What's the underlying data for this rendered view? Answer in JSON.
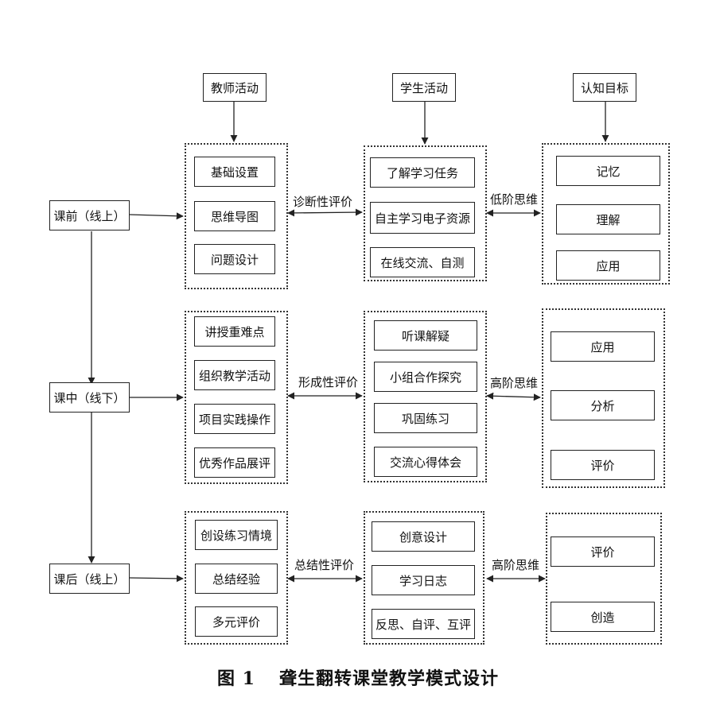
{
  "headers": {
    "teacher": "教师活动",
    "student": "学生活动",
    "cognitive": "认知目标"
  },
  "stages": {
    "pre": "课前（线上）",
    "in": "课中（线下）",
    "post": "课后（线上）"
  },
  "teacher": {
    "pre": [
      "基础设置",
      "思维导图",
      "问题设计"
    ],
    "in": [
      "讲授重难点",
      "组织教学活动",
      "项目实践操作",
      "优秀作品展评"
    ],
    "post": [
      "创设练习情境",
      "总结经验",
      "多元评价"
    ]
  },
  "evaluation": {
    "pre": "诊断性评价",
    "in": "形成性评价",
    "post": "总结性评价"
  },
  "student": {
    "pre": [
      "了解学习任务",
      "自主学习电子资源",
      "在线交流、自测"
    ],
    "in": [
      "听课解疑",
      "小组合作探究",
      "巩固练习",
      "交流心得体会"
    ],
    "post": [
      "创意设计",
      "学习日志",
      "反思、自评、互评"
    ]
  },
  "thinking": {
    "pre": "低阶思维",
    "in": "高阶思维",
    "post": "高阶思维"
  },
  "cognitive": {
    "pre": [
      "记忆",
      "理解",
      "应用"
    ],
    "in": [
      "应用",
      "分析",
      "评价"
    ],
    "post": [
      "评价",
      "创造"
    ]
  },
  "caption": {
    "number": "图 1",
    "title": "聋生翻转课堂教学模式设计"
  }
}
